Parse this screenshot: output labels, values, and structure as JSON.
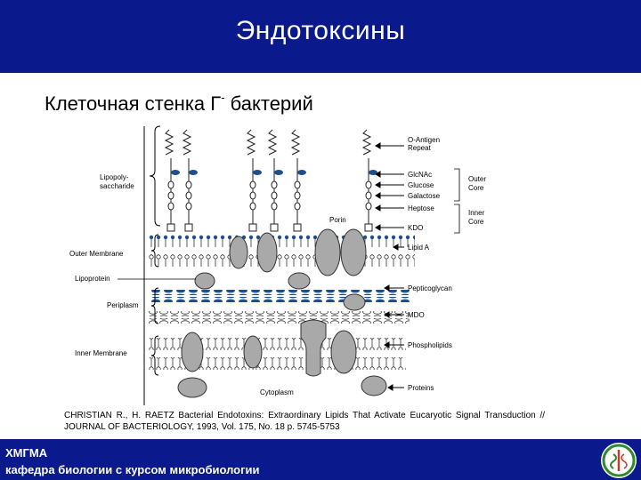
{
  "header": {
    "title": "Эндотоксины"
  },
  "subtitle": {
    "text": "Клеточная стенка Г",
    "sup": "-",
    "suffix": " бактерий"
  },
  "figure": {
    "left_labels": {
      "lipopolysaccharide_1": "Lipopoly-",
      "lipopolysaccharide_2": "saccharide",
      "outer_membrane": "Outer Membrane",
      "lipoprotein": "Lipoprotein",
      "periplasm": "Periplasm",
      "inner_membrane": "Inner Membrane"
    },
    "right_labels": {
      "o_antigen_1": "O-Antigen",
      "o_antigen_2": "Repeat",
      "glcnac": "GlcNAc",
      "glucose": "Glucose",
      "galactose": "Galactose",
      "heptose": "Heptose",
      "kdo": "KDO",
      "lipid_a": "Lipid A",
      "peptidoglycan": "Pepticoglycan",
      "mdo": "MDO",
      "phospholipids": "Phospholipids",
      "proteins": "Proteins",
      "outer_core_1": "Outer",
      "outer_core_2": "Core",
      "inner_core_1": "Inner",
      "inner_core_2": "Core"
    },
    "inner_labels": {
      "porin": "Porin",
      "cytoplasm": "Cytoplasm"
    }
  },
  "citation": {
    "text": "CHRISTIAN R., H. RAETZ Bacterial Endotoxins: Extraordinary Lipids That Activate Eucaryotic Signal Transduction // JOURNAL OF BACTERIOLOGY, 1993, Vol. 175, No. 18 p. 5745-5753"
  },
  "footer": {
    "org": "ХМГМА",
    "department": "кафедра биологии с курсом микробиологии"
  },
  "colors": {
    "header_bg": "#0a1a8c",
    "footer_bg": "#0a1a8c",
    "protein_gray": "#a9a9a9",
    "lipid_blue": "#1f4f8a"
  }
}
